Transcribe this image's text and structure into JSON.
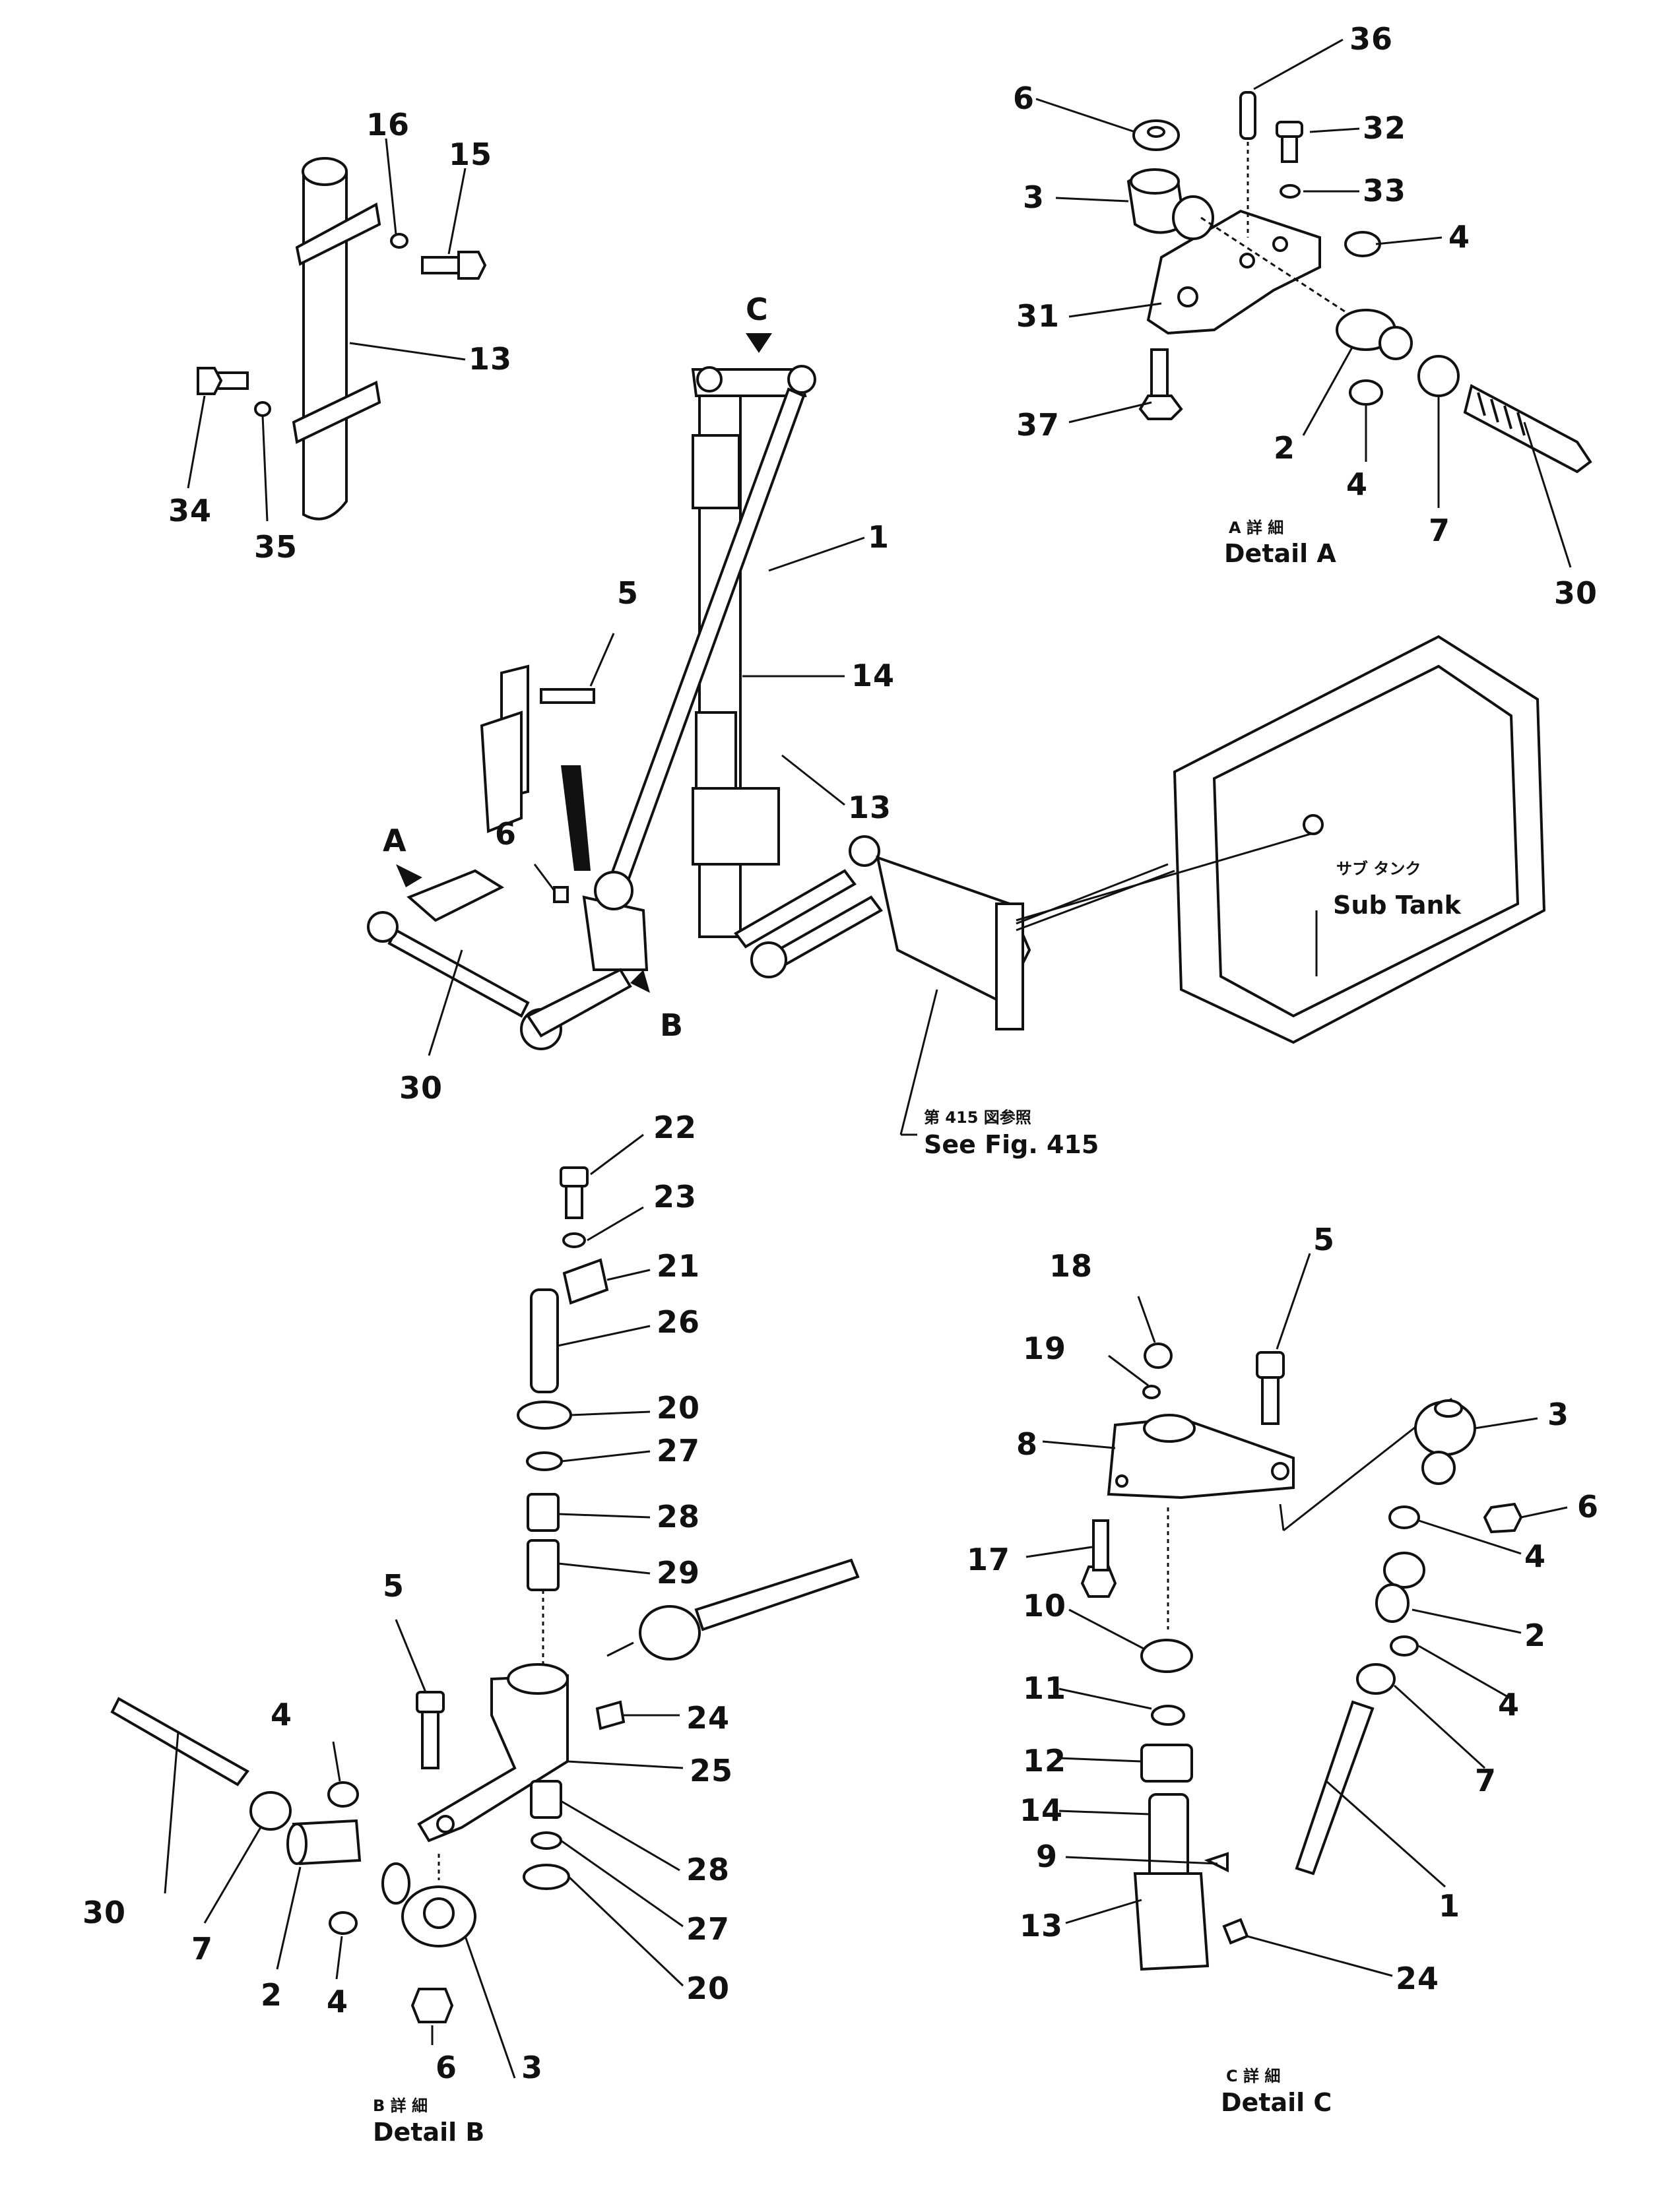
{
  "callouts": {
    "n36": "36",
    "n6a": "6",
    "n32": "32",
    "n3a": "3",
    "n33": "33",
    "n4a": "4",
    "n31": "31",
    "n37": "37",
    "n2a": "2",
    "n4b": "4",
    "n7a": "7",
    "n30a": "30",
    "n16": "16",
    "n15": "15",
    "n13a": "13",
    "n34": "34",
    "n35": "35",
    "n1a": "1",
    "n14a": "14",
    "n5a": "5",
    "n13b": "13",
    "n6b": "6",
    "n30b": "30",
    "n22": "22",
    "n23": "23",
    "n21": "21",
    "n26": "26",
    "n20a": "20",
    "n27a": "27",
    "n28a": "28",
    "n29": "29",
    "n5b": "5",
    "n24a": "24",
    "n25": "25",
    "n4c": "4",
    "n30c": "30",
    "n7b": "7",
    "n2b": "2",
    "n4d": "4",
    "n28b": "28",
    "n27b": "27",
    "n20b": "20",
    "n6c": "6",
    "n3b": "3",
    "n5c": "5",
    "n18": "18",
    "n19": "19",
    "n3c": "3",
    "n8": "8",
    "n6d": "6",
    "n17": "17",
    "n4e": "4",
    "n10": "10",
    "n2c": "2",
    "n11": "11",
    "n4f": "4",
    "n12": "12",
    "n7c": "7",
    "n14b": "14",
    "n9": "9",
    "n1b": "1",
    "n13c": "13",
    "n24b": "24"
  },
  "markers": {
    "A": "A",
    "B": "B",
    "C": "C"
  },
  "captions": {
    "detail_a_jp": "A 詳 細",
    "detail_a": "Detail A",
    "detail_b_jp": "B 詳 細",
    "detail_b": "Detail B",
    "detail_c_jp": "C 詳 細",
    "detail_c": "Detail C",
    "sub_tank_jp": "サブ タンク",
    "sub_tank": "Sub Tank",
    "see_fig_jp": "第 415 図参照",
    "see_fig": "See Fig. 415"
  }
}
